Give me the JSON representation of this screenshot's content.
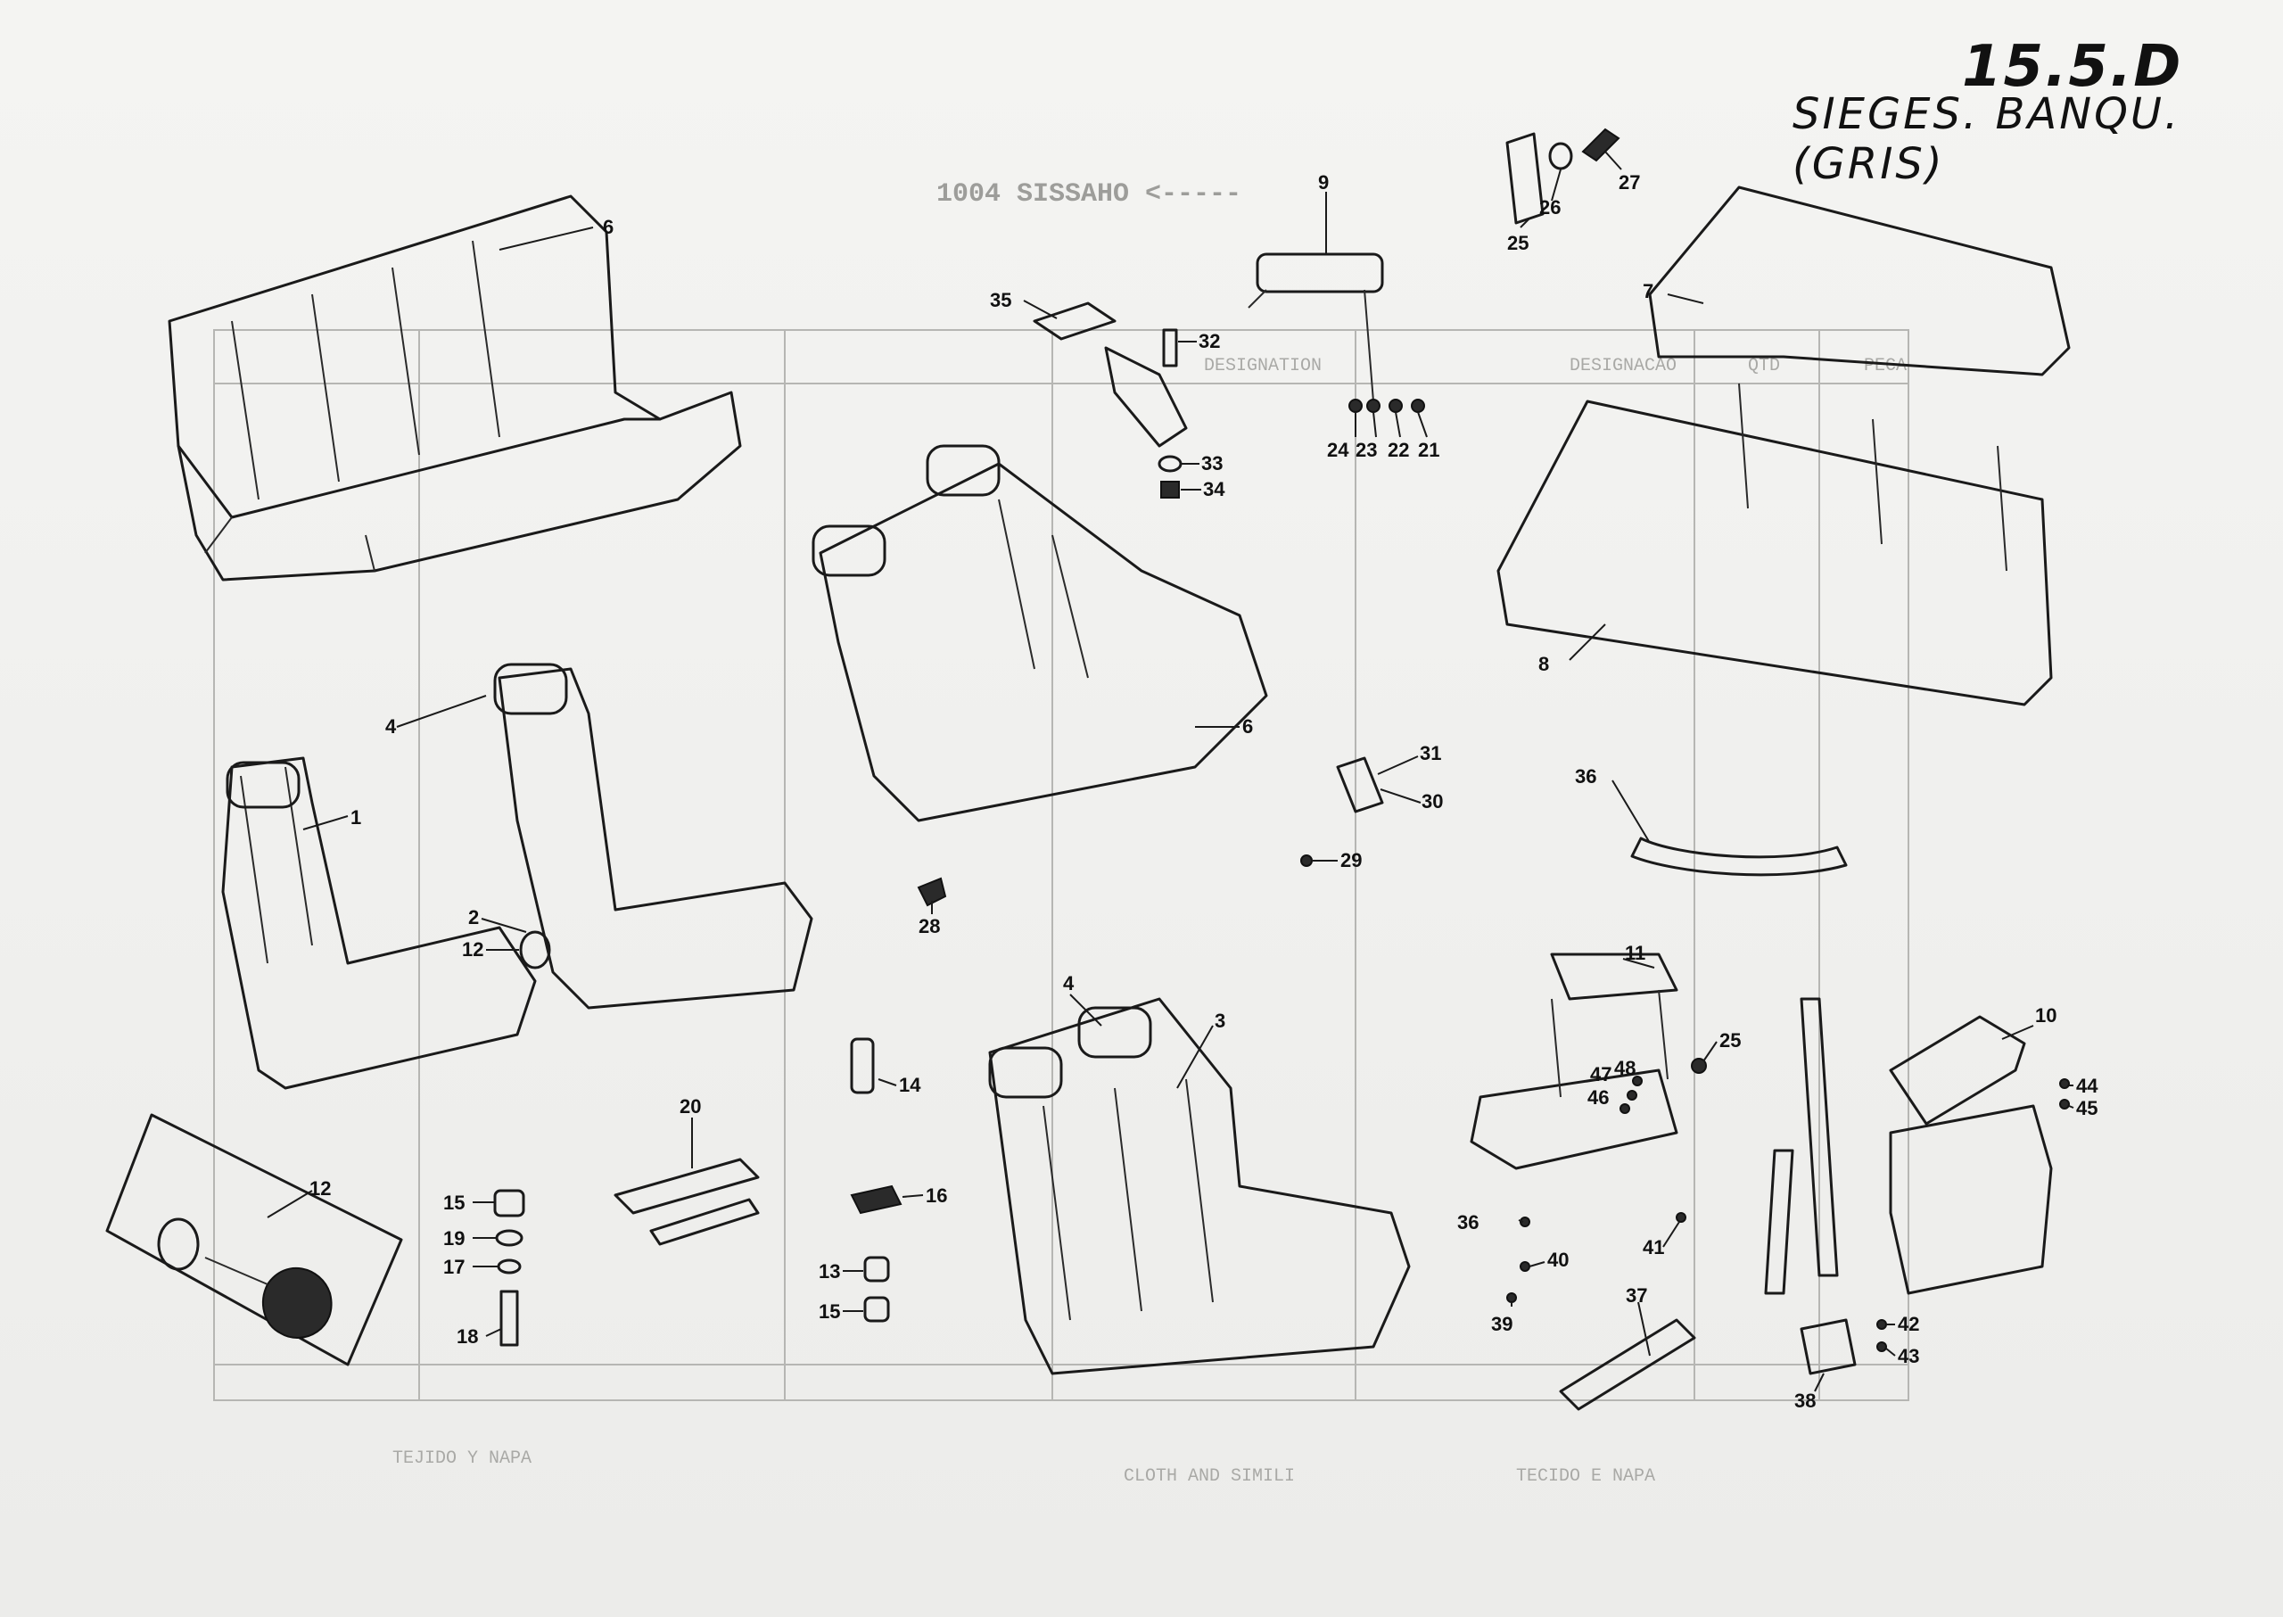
{
  "header": {
    "reference": "15.5.D",
    "title": "SIEGES. BANQU.(GRIS)"
  },
  "callouts": [
    {
      "id": "c1",
      "label": "1"
    },
    {
      "id": "c2",
      "label": "2"
    },
    {
      "id": "c3",
      "label": "3"
    },
    {
      "id": "c4a",
      "label": "4"
    },
    {
      "id": "c4b",
      "label": "4"
    },
    {
      "id": "c6a",
      "label": "6"
    },
    {
      "id": "c6b",
      "label": "6"
    },
    {
      "id": "c7",
      "label": "7"
    },
    {
      "id": "c8",
      "label": "8"
    },
    {
      "id": "c9",
      "label": "9"
    },
    {
      "id": "c10",
      "label": "10"
    },
    {
      "id": "c11",
      "label": "11"
    },
    {
      "id": "c12a",
      "label": "12"
    },
    {
      "id": "c12b",
      "label": "12"
    },
    {
      "id": "c13",
      "label": "13"
    },
    {
      "id": "c14",
      "label": "14"
    },
    {
      "id": "c15a",
      "label": "15"
    },
    {
      "id": "c15b",
      "label": "15"
    },
    {
      "id": "c16",
      "label": "16"
    },
    {
      "id": "c17",
      "label": "17"
    },
    {
      "id": "c18",
      "label": "18"
    },
    {
      "id": "c19",
      "label": "19"
    },
    {
      "id": "c20",
      "label": "20"
    },
    {
      "id": "c21",
      "label": "21"
    },
    {
      "id": "c22",
      "label": "22"
    },
    {
      "id": "c23",
      "label": "23"
    },
    {
      "id": "c24",
      "label": "24"
    },
    {
      "id": "c25a",
      "label": "25"
    },
    {
      "id": "c25b",
      "label": "25"
    },
    {
      "id": "c26",
      "label": "26"
    },
    {
      "id": "c27",
      "label": "27"
    },
    {
      "id": "c28",
      "label": "28"
    },
    {
      "id": "c29",
      "label": "29"
    },
    {
      "id": "c30",
      "label": "30"
    },
    {
      "id": "c31",
      "label": "31"
    },
    {
      "id": "c32",
      "label": "32"
    },
    {
      "id": "c33",
      "label": "33"
    },
    {
      "id": "c34",
      "label": "34"
    },
    {
      "id": "c35",
      "label": "35"
    },
    {
      "id": "c36a",
      "label": "36"
    },
    {
      "id": "c36b",
      "label": "36"
    },
    {
      "id": "c37",
      "label": "37"
    },
    {
      "id": "c38",
      "label": "38"
    },
    {
      "id": "c39",
      "label": "39"
    },
    {
      "id": "c40",
      "label": "40"
    },
    {
      "id": "c41",
      "label": "41"
    },
    {
      "id": "c42",
      "label": "42"
    },
    {
      "id": "c43",
      "label": "43"
    },
    {
      "id": "c44",
      "label": "44"
    },
    {
      "id": "c45",
      "label": "45"
    },
    {
      "id": "c46",
      "label": "46"
    },
    {
      "id": "c47",
      "label": "47"
    },
    {
      "id": "c48",
      "label": "48"
    }
  ],
  "bleed_through": {
    "chassis_note": "1004 SISSAHO <-----",
    "col_designacao": "DESIGNACAO",
    "col_designation": "DESIGNATION",
    "col_qty": "QTD",
    "col_peca": "PECA",
    "footer_left": "TECIDO E NAPA",
    "footer_mid": "CLOTH AND SIMILI",
    "footer_right": "TEJIDO Y NAPA"
  }
}
